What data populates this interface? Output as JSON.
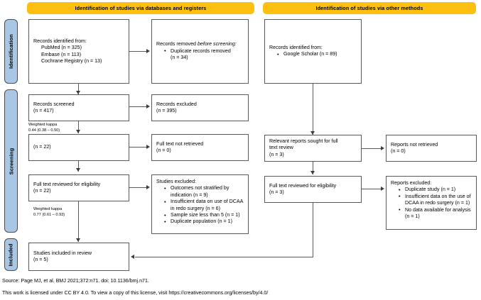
{
  "diagram": {
    "type": "PRISMA 2020 flow diagram",
    "banners": {
      "databases": "Identification of studies via databases and registers",
      "other": "Identification of studies via other methods"
    },
    "stages": {
      "identification": "Identification",
      "screening": "Screening",
      "included": "Included"
    },
    "left_column": {
      "records_identified": {
        "title": "Records identified from:",
        "sources": [
          "PubMed (n = 325)",
          "Embase (n = 113)",
          "Cochrane Registry (n = 13)"
        ]
      },
      "records_removed": {
        "title_part1": "Records removed ",
        "title_italic": "before screening",
        "title_colon": ":",
        "items": [
          "Duplicate records removed",
          "(n = 34)"
        ]
      },
      "records_screened": {
        "label": "Records screened",
        "count": "(n = 417)"
      },
      "records_excluded": {
        "label": "Records excluded",
        "count": "(n = 395)"
      },
      "reports_sought": {
        "label": "",
        "count": "(n = 22)"
      },
      "full_text_not_retrieved": {
        "label": "Full text not retrieved",
        "count": "(n = 0)"
      },
      "full_text_reviewed": {
        "label": "Full text reviewed for eligibility",
        "count": "(n = 22)"
      },
      "studies_excluded": {
        "title": "Studies excluded:",
        "items": [
          "Outcomes not stratified by indication (n = 9)",
          "Insufficient data on use of DCAA in redo surgery (n = 6)",
          "Sample size less than 5 (n = 1)",
          "Duplicate population (n = 1)"
        ]
      },
      "studies_included": {
        "label": "Studies included in review",
        "count": "(n = 5)"
      }
    },
    "right_column": {
      "records_identified": {
        "title": "Records identified from:",
        "items": [
          "Google Scholar (n = 89)"
        ]
      },
      "reports_sought": {
        "label_line1": "Relevant reports sought for full",
        "label_line2": "text review",
        "count": "(n = 3)"
      },
      "reports_not_retrieved": {
        "label": "Reports not retrieved",
        "count": "(n = 0)"
      },
      "full_text_reviewed": {
        "label": "Full text reviewed for eligibility",
        "count": "(n = 3)"
      },
      "reports_excluded": {
        "title": "Reports excluded:",
        "items": [
          "Duplicate study (n = 1)",
          "Insufficient data on the use of DCAA in redo surgery (n = 1)",
          "No data available for analysis (n = 1)"
        ]
      }
    },
    "annotations": {
      "kappa1_line1": "Weighted kappa",
      "kappa1_line2": "0.44 (0.38 – 0.50)",
      "kappa2_line1": "Weighted kappa",
      "kappa2_line2": "0.77 (0.61 – 0.93)"
    },
    "footer": {
      "source": "Source: Page MJ, et al. BMJ 2021;372:n71. doi: 10.1136/bmj.n71.",
      "license": "This work is licensed under CC BY 4.0. To view a copy of this license, visit https://creativecommons.org/licenses/by/4.0/"
    },
    "colors": {
      "banner": "#fdc010",
      "stagebar": "#a9c7e4",
      "box_border": "#58595b",
      "connector": "#58595b"
    }
  }
}
